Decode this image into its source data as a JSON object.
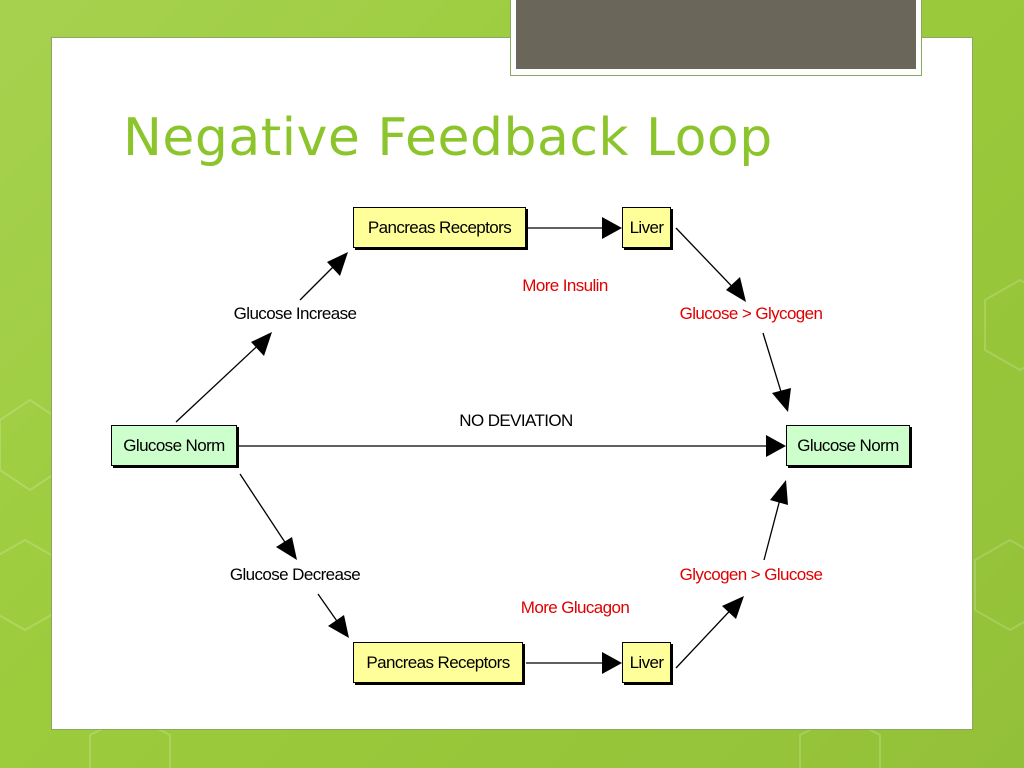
{
  "slide": {
    "title": "Negative Feedback Loop"
  },
  "diagram": {
    "nodes": {
      "glucose_norm_left": "Glucose Norm",
      "glucose_norm_right": "Glucose Norm",
      "pancreas_top": "Pancreas Receptors",
      "liver_top": "Liver",
      "pancreas_bottom": "Pancreas Receptors",
      "liver_bottom": "Liver"
    },
    "labels": {
      "glucose_increase": "Glucose Increase",
      "glucose_decrease": "Glucose Decrease",
      "no_deviation": "NO DEVIATION",
      "more_insulin": "More Insulin",
      "more_glucagon": "More Glucagon",
      "glucose_to_glycogen": "Glucose > Glycogen",
      "glycogen_to_glucose": "Glycogen > Glucose"
    },
    "colors": {
      "yellow_box": "#ffff99",
      "green_box": "#ccffcc",
      "red_text": "#e00000",
      "title_green": "#8bc42b"
    }
  }
}
